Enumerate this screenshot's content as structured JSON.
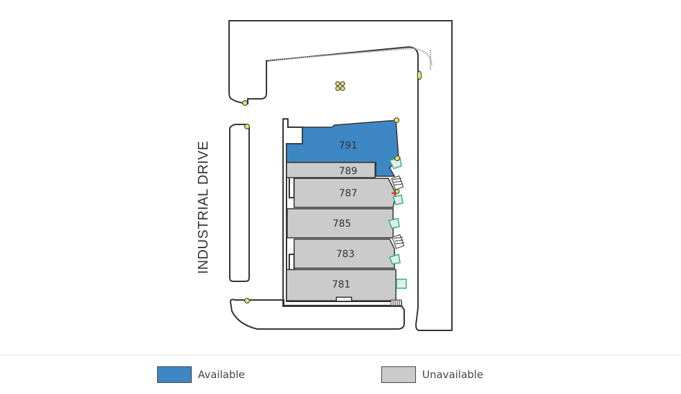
{
  "map": {
    "street": "INDUSTRIAL DRIVE",
    "colors": {
      "available": "#3e87c5",
      "unavailable": "#cbcbcb",
      "outline": "#333333",
      "light_fixture": "#e8e26a",
      "door_accent": "#2bb38a"
    },
    "units": [
      {
        "id": "791",
        "label": "791",
        "status": "available"
      },
      {
        "id": "789",
        "label": "789",
        "status": "unavailable"
      },
      {
        "id": "787",
        "label": "787",
        "status": "unavailable"
      },
      {
        "id": "785",
        "label": "785",
        "status": "unavailable"
      },
      {
        "id": "783",
        "label": "783",
        "status": "unavailable"
      },
      {
        "id": "781",
        "label": "781",
        "status": "unavailable"
      }
    ]
  },
  "legend": {
    "items": [
      {
        "label": "Available",
        "color": "#3e87c5"
      },
      {
        "label": "Unavailable",
        "color": "#cbcbcb"
      }
    ]
  }
}
